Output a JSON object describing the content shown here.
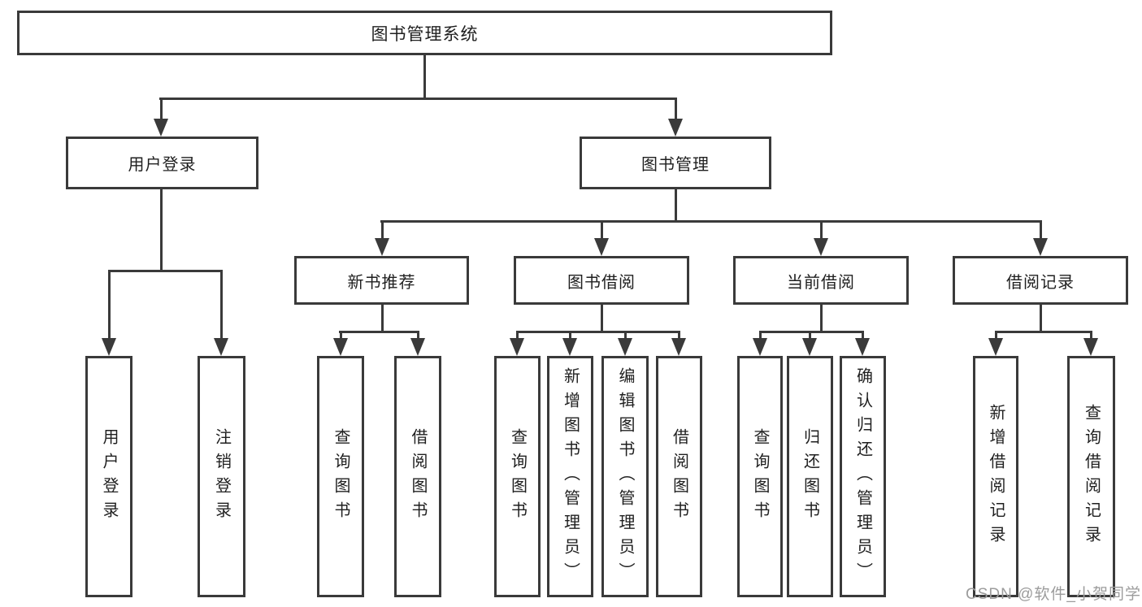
{
  "diagram": {
    "root": {
      "label": "图书管理系统"
    },
    "level2": [
      {
        "label": "用户登录"
      },
      {
        "label": "图书管理"
      }
    ],
    "level3": [
      {
        "label": "新书推荐",
        "parent": "图书管理"
      },
      {
        "label": "图书借阅",
        "parent": "图书管理"
      },
      {
        "label": "当前借阅",
        "parent": "图书管理"
      },
      {
        "label": "借阅记录",
        "parent": "图书管理"
      }
    ],
    "leaves": [
      {
        "label": "用户登录",
        "parent": "用户登录"
      },
      {
        "label": "注销登录",
        "parent": "用户登录"
      },
      {
        "label": "查询图书",
        "parent": "新书推荐"
      },
      {
        "label": "借阅图书",
        "parent": "新书推荐"
      },
      {
        "label": "查询图书",
        "parent": "图书借阅"
      },
      {
        "label": "新增图书（管理员）",
        "parent": "图书借阅"
      },
      {
        "label": "编辑图书（管理员）",
        "parent": "图书借阅"
      },
      {
        "label": "借阅图书",
        "parent": "图书借阅"
      },
      {
        "label": "查询图书",
        "parent": "当前借阅"
      },
      {
        "label": "归还图书",
        "parent": "当前借阅"
      },
      {
        "label": "确认归还（管理员）",
        "parent": "当前借阅"
      },
      {
        "label": "新增借阅记录",
        "parent": "借阅记录"
      },
      {
        "label": "查询借阅记录",
        "parent": "借阅记录"
      }
    ],
    "watermark": "CSDN @软件_小贺同学",
    "colors": {
      "line": "#3a3a3a",
      "text": "#1f1f1f",
      "background": "#ffffff",
      "watermark": "#9c9c9c"
    }
  }
}
